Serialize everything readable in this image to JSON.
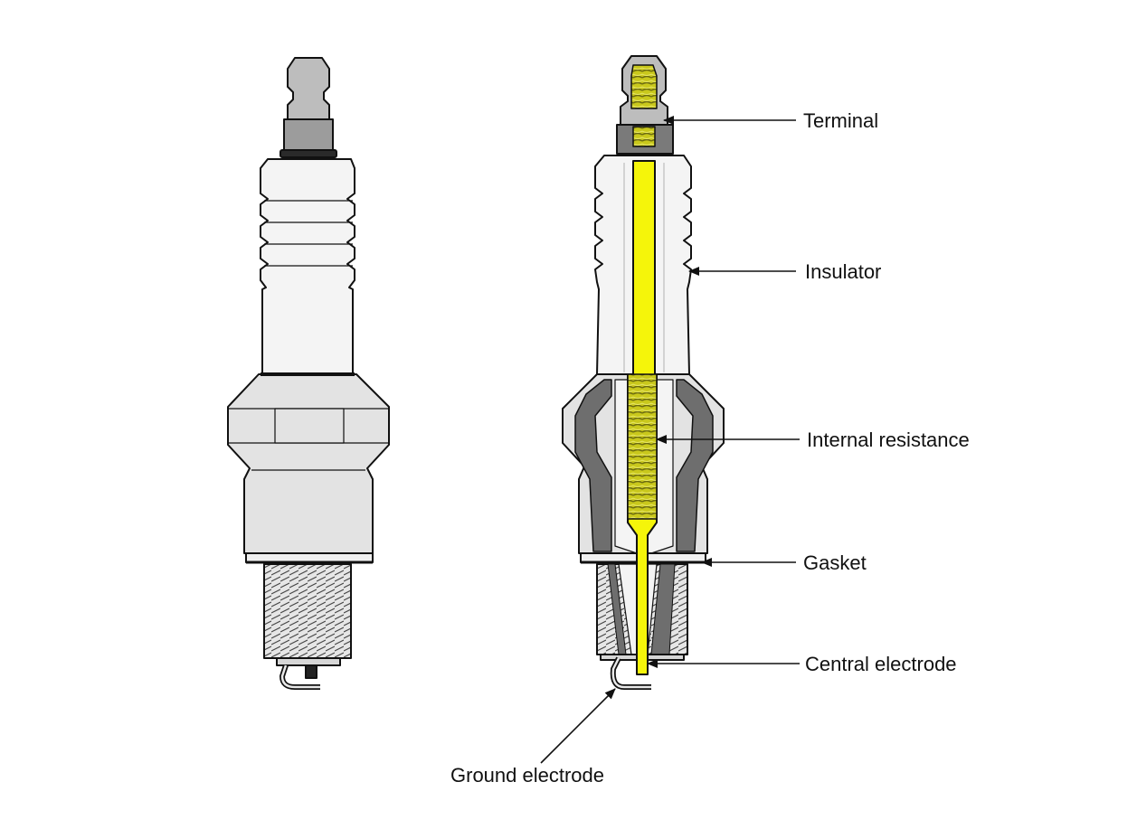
{
  "labels": {
    "terminal": "Terminal",
    "insulator": "Insulator",
    "internal_resistance": "Internal resistance",
    "gasket": "Gasket",
    "central_electrode": "Central electrode",
    "ground_electrode": "Ground electrode"
  },
  "colors": {
    "outline": "#111111",
    "body_fill": "#e3e3e3",
    "metal_fill": "#cfcfcf",
    "dark_metal": "#6e6e6e",
    "insulator_fill": "#f4f4f4",
    "electrode_yellow": "#f5f50a",
    "resistor_olive": "#a9a820",
    "arrow": "#111111"
  }
}
